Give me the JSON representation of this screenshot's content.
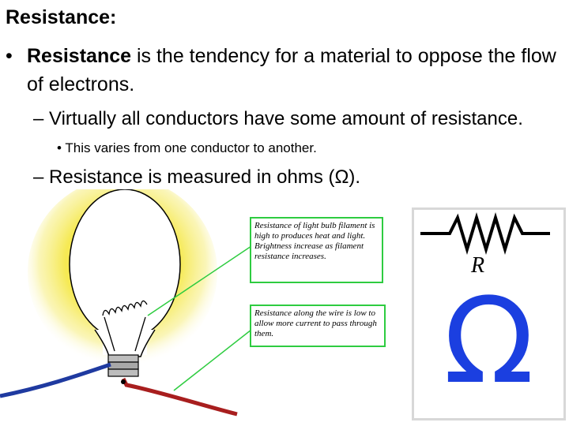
{
  "slide": {
    "title": "Resistance:",
    "bullet_mark": "•",
    "bullet1_bold": "Resistance",
    "bullet1_rest": " is the tendency for a material to oppose the flow of electrons.",
    "sub_bullet_1": "– Virtually all conductors have some amount of resistance.",
    "sub_sub_bullet": "• This varies from one conductor to another.",
    "sub_bullet_2": "– Resistance is measured in ohms (Ω)."
  },
  "callouts": {
    "filament": "Resistance of light bulb filament is high to produces heat and light. Brightness increase as filament resistance increases.",
    "wire": "Resistance along the wire is low to allow more current to pass through them."
  },
  "symbol": {
    "label": "R",
    "ohm": "Ω"
  },
  "colors": {
    "glow": "#f5e84a",
    "callout_border": "#2ecc40",
    "ohm_blue": "#1b3fe0",
    "wire_blue": "#1f3aa0",
    "wire_red": "#a81e1e"
  }
}
